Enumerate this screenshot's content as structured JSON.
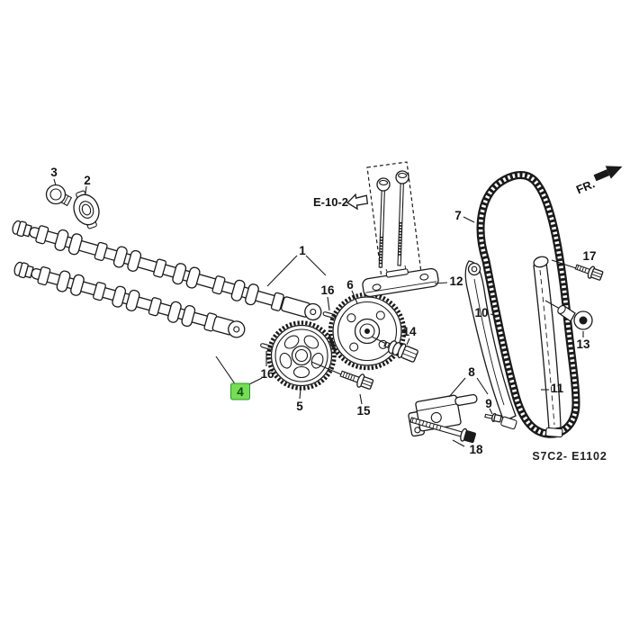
{
  "diagram": {
    "code": "S7C2- E1102",
    "fr_label": "FR.",
    "ref_label": "E-10-2",
    "highlighted_part": "4"
  },
  "colors": {
    "line": "#1a1a1a",
    "background": "#ffffff",
    "highlight_fill": "#76dd54",
    "highlight_border": "#2f9431",
    "highlight_text": "#0d4d12"
  },
  "parts": {
    "n1": "1",
    "n2": "2",
    "n3": "3",
    "n4": "4",
    "n5": "5",
    "n6": "6",
    "n7": "7",
    "n8": "8",
    "n9": "9",
    "n10": "10",
    "n11": "11",
    "n12": "12",
    "n13": "13",
    "n14": "14",
    "n15": "15",
    "n16": "16",
    "n17": "17",
    "n18": "18"
  }
}
